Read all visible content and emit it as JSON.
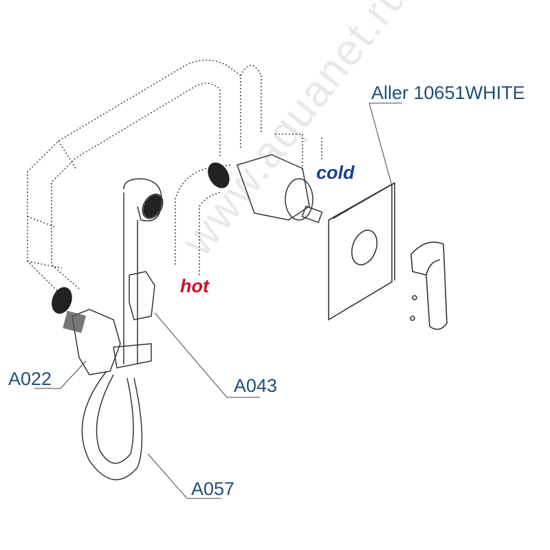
{
  "watermark": "www.aquanet.ru",
  "labels": {
    "product": "Aller 10651WHITE",
    "cold": "cold",
    "hot": "hot",
    "a022": "A022",
    "a043": "A043",
    "a057": "A057"
  },
  "colors": {
    "label": "#1f4e79",
    "cold": "#1a3f8a",
    "hot": "#c8102e",
    "line": "#333333"
  }
}
